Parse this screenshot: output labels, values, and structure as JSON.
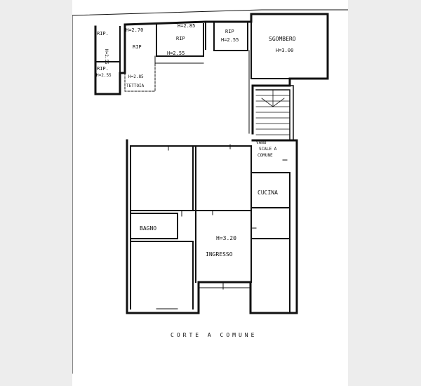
{
  "rooms": {
    "rip_top_left": "RIP.",
    "rip_left_mid": "RIP.",
    "h_rip_left_mid": "H=2.55",
    "h_small_vertical": "H=2.55",
    "rip_2": "RIP",
    "h_2": "H=2.70",
    "rip_3": "RIP",
    "h_3a": "H=2.85",
    "h_3b": "H=2.55",
    "rip_4": "RIP",
    "h_4": "H=2.55",
    "sgombero": "SGOMBERO",
    "h_sgombero": "H=3.00",
    "h_tettoia": "H=2.85",
    "tettoia": "TETTOIA",
    "vano_line1": "VANO",
    "vano_line2": "SCALE A",
    "vano_line3": "COMUNE",
    "cucina": "CUCINA",
    "bagno": "BAGNO",
    "h_ingresso": "H=3.20",
    "ingresso": "INGRESSO",
    "corte": "CORTE A COMUNE"
  }
}
